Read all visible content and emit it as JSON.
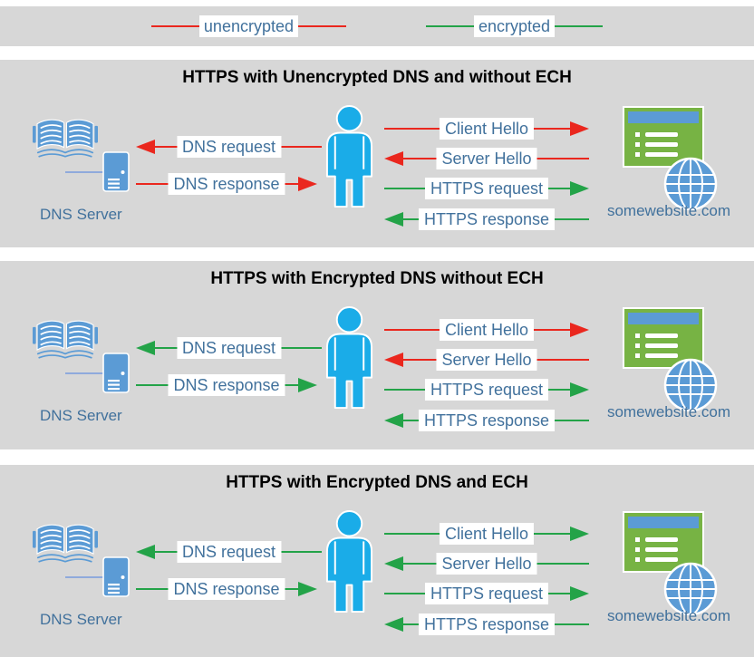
{
  "colors": {
    "panel_background": "#d7d7d7",
    "unencrypted_red": "#ea271e",
    "encrypted_green": "#23a348",
    "label_text_blue": "#41719c",
    "person_blue": "#1aace8",
    "icon_blue": "#5b9bd5",
    "website_green": "#77b344"
  },
  "legend": {
    "items": [
      {
        "label": "unencrypted",
        "color": "red"
      },
      {
        "label": "encrypted",
        "color": "green"
      }
    ]
  },
  "panels": [
    {
      "title": "HTTPS with Unencrypted DNS and without ECH",
      "dns_server_label": "DNS Server",
      "website_label": "somewebsite.com",
      "messages": {
        "dns_request": {
          "label": "DNS request",
          "color": "red",
          "dir": "left"
        },
        "dns_response": {
          "label": "DNS response",
          "color": "red",
          "dir": "right"
        },
        "client_hello": {
          "label": "Client Hello",
          "color": "red",
          "dir": "right"
        },
        "server_hello": {
          "label": "Server Hello",
          "color": "red",
          "dir": "left"
        },
        "https_request": {
          "label": "HTTPS request",
          "color": "green",
          "dir": "right"
        },
        "https_response": {
          "label": "HTTPS response",
          "color": "green",
          "dir": "left"
        }
      }
    },
    {
      "title": "HTTPS with Encrypted DNS without ECH",
      "dns_server_label": "DNS Server",
      "website_label": "somewebsite.com",
      "messages": {
        "dns_request": {
          "label": "DNS request",
          "color": "green",
          "dir": "left"
        },
        "dns_response": {
          "label": "DNS response",
          "color": "green",
          "dir": "right"
        },
        "client_hello": {
          "label": "Client Hello",
          "color": "red",
          "dir": "right"
        },
        "server_hello": {
          "label": "Server Hello",
          "color": "red",
          "dir": "left"
        },
        "https_request": {
          "label": "HTTPS request",
          "color": "green",
          "dir": "right"
        },
        "https_response": {
          "label": "HTTPS response",
          "color": "green",
          "dir": "left"
        }
      }
    },
    {
      "title": "HTTPS with Encrypted DNS and ECH",
      "dns_server_label": "DNS Server",
      "website_label": "somewebsite.com",
      "messages": {
        "dns_request": {
          "label": "DNS request",
          "color": "green",
          "dir": "left"
        },
        "dns_response": {
          "label": "DNS response",
          "color": "green",
          "dir": "right"
        },
        "client_hello": {
          "label": "Client Hello",
          "color": "green",
          "dir": "right"
        },
        "server_hello": {
          "label": "Server Hello",
          "color": "green",
          "dir": "left"
        },
        "https_request": {
          "label": "HTTPS request",
          "color": "green",
          "dir": "right"
        },
        "https_response": {
          "label": "HTTPS response",
          "color": "green",
          "dir": "left"
        }
      }
    }
  ]
}
